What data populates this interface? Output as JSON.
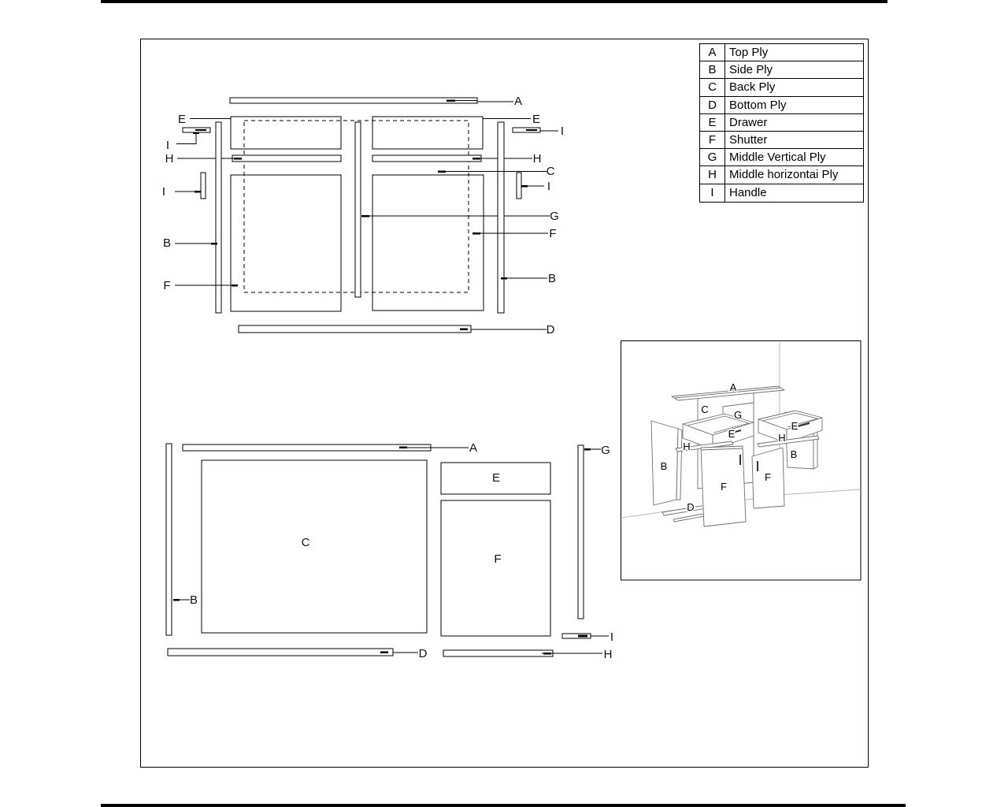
{
  "legend": {
    "rows": [
      {
        "key": "A",
        "label": "Top Ply"
      },
      {
        "key": "B",
        "label": "Side Ply"
      },
      {
        "key": "C",
        "label": "Back Ply"
      },
      {
        "key": "D",
        "label": "Bottom Ply"
      },
      {
        "key": "E",
        "label": "Drawer"
      },
      {
        "key": "F",
        "label": "Shutter"
      },
      {
        "key": "G",
        "label": "Middle Vertical Ply"
      },
      {
        "key": "H",
        "label": "Middle horizontai Ply"
      },
      {
        "key": "I",
        "label": "Handle"
      }
    ]
  },
  "front_view": {
    "labels": [
      {
        "part": "top-ply",
        "text": "A"
      },
      {
        "part": "drawer-left",
        "text": "E"
      },
      {
        "part": "drawer-right",
        "text": "E"
      },
      {
        "part": "handle-top-left",
        "text": "I"
      },
      {
        "part": "handle-top-right",
        "text": "I"
      },
      {
        "part": "middle-horizontal-ply-left",
        "text": "H"
      },
      {
        "part": "middle-horizontal-ply-right",
        "text": "H"
      },
      {
        "part": "back-ply",
        "text": "C"
      },
      {
        "part": "handle-side-left",
        "text": "I"
      },
      {
        "part": "handle-side-right",
        "text": "I"
      },
      {
        "part": "middle-vertical-ply",
        "text": "G"
      },
      {
        "part": "shutter-right",
        "text": "F"
      },
      {
        "part": "side-ply-left",
        "text": "B"
      },
      {
        "part": "side-ply-right",
        "text": "B"
      },
      {
        "part": "shutter-left",
        "text": "F"
      },
      {
        "part": "bottom-ply",
        "text": "D"
      }
    ]
  },
  "flat_view": {
    "labels": [
      {
        "part": "top-ply",
        "text": "A"
      },
      {
        "part": "side-ply",
        "text": "B"
      },
      {
        "part": "back-ply",
        "text": "C"
      },
      {
        "part": "bottom-ply",
        "text": "D"
      },
      {
        "part": "drawer",
        "text": "E"
      },
      {
        "part": "shutter",
        "text": "F"
      },
      {
        "part": "middle-vertical-ply",
        "text": "G"
      },
      {
        "part": "middle-horizontal-ply",
        "text": "H"
      },
      {
        "part": "handle",
        "text": "I"
      }
    ]
  },
  "iso_view": {
    "labels": [
      {
        "part": "top-ply",
        "text": "A"
      },
      {
        "part": "back-ply",
        "text": "C"
      },
      {
        "part": "middle-vertical-ply",
        "text": "G"
      },
      {
        "part": "drawer-left",
        "text": "E"
      },
      {
        "part": "drawer-right",
        "text": "E"
      },
      {
        "part": "middle-horizontal-left",
        "text": "H"
      },
      {
        "part": "middle-horizontal-right",
        "text": "H"
      },
      {
        "part": "side-ply-left",
        "text": "B"
      },
      {
        "part": "side-ply-right",
        "text": "B"
      },
      {
        "part": "shutter-left",
        "text": "F"
      },
      {
        "part": "shutter-right",
        "text": "F"
      },
      {
        "part": "bottom-ply",
        "text": "D"
      }
    ]
  }
}
